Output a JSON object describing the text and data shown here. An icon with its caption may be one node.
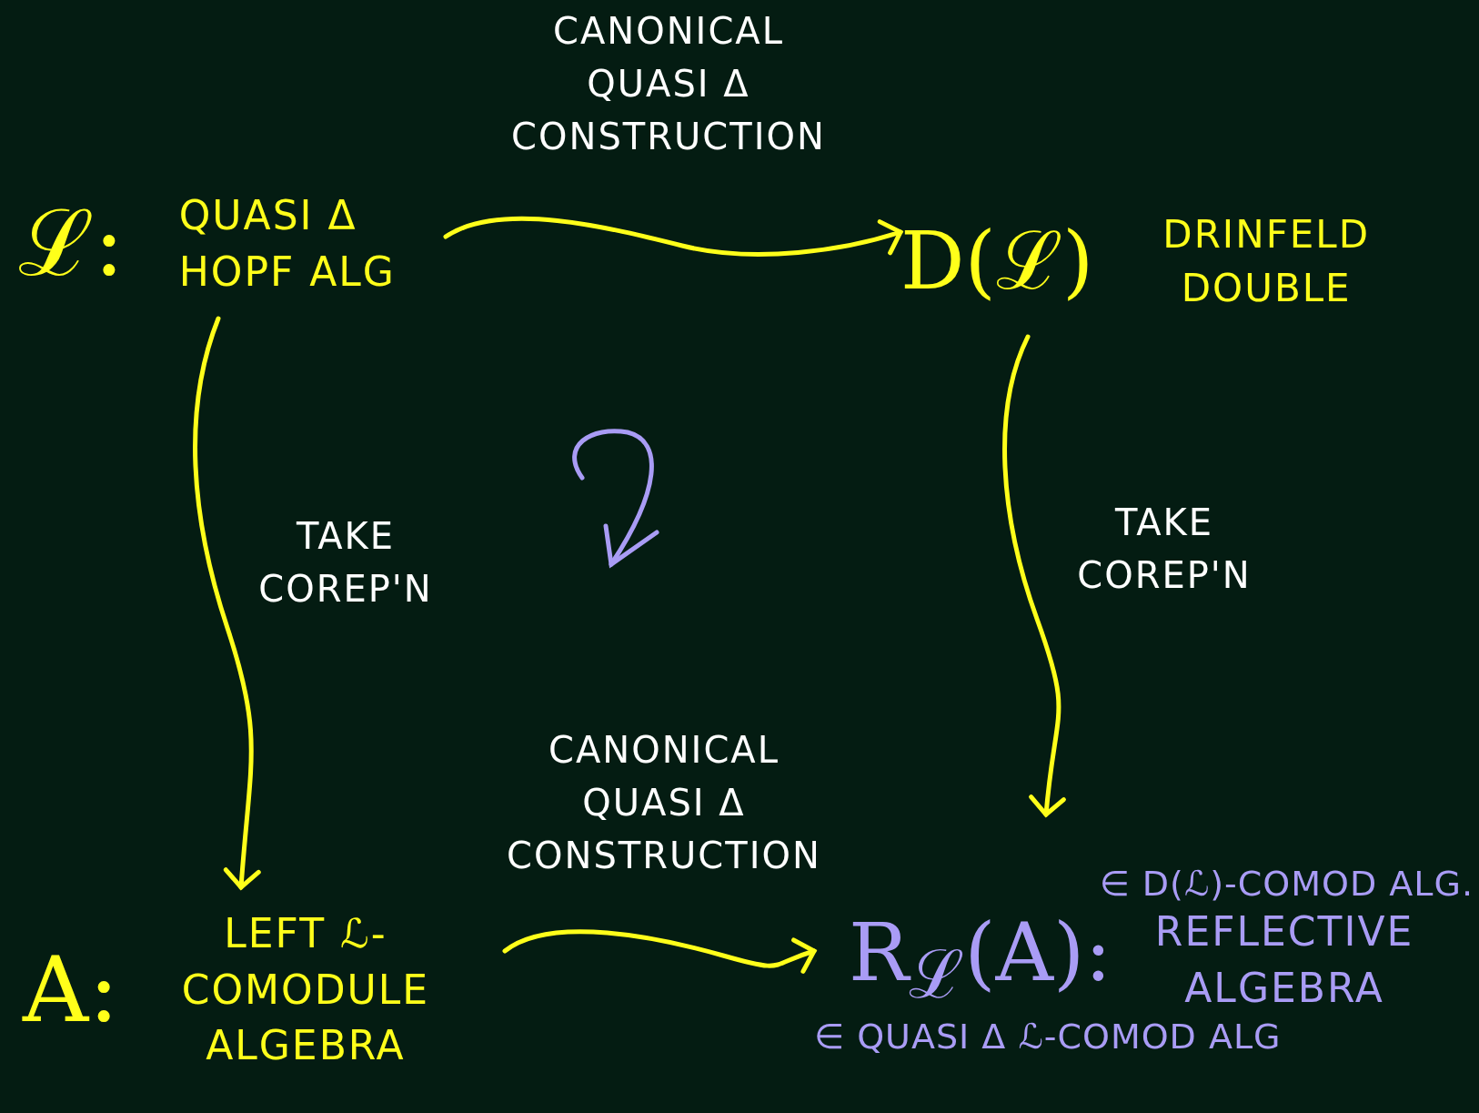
{
  "diagram": {
    "nodes": [
      {
        "text": [
          "ℒ:",
          "QUASI Δ HOPF ALG"
        ]
      },
      {
        "text": [
          "D(ℒ)",
          "DRINFELD DOUBLE"
        ]
      },
      {
        "text": [
          "A:",
          "LEFT ℒ-COMODULE ALGEBRA"
        ]
      },
      {
        "text": [
          "R$_{ℒ}$(A):",
          "REFLECTIVE ALGEBRA"
        ],
        "beside": [
          "∈ D(ℒ)-COMOD ALG.",
          "∈ QUASI Δ ℒ-COMOD ALG"
        ]
      }
    ],
    "edges": [
      {
        "from": 0,
        "to": 1,
        "arrow": "to",
        "label": "CANONICAL QUASI Δ CONSTRUCTION"
      },
      {
        "from": 0,
        "to": 2,
        "arrow": "to",
        "label": "TAKE COREP'N"
      },
      {
        "from": 1,
        "to": 3,
        "arrow": "to",
        "label": "TAKE COREP'N"
      },
      {
        "from": 2,
        "to": 3,
        "arrow": "to",
        "label": "CANONICAL QUASI Δ CONSTRUCTION"
      }
    ]
  }
}
